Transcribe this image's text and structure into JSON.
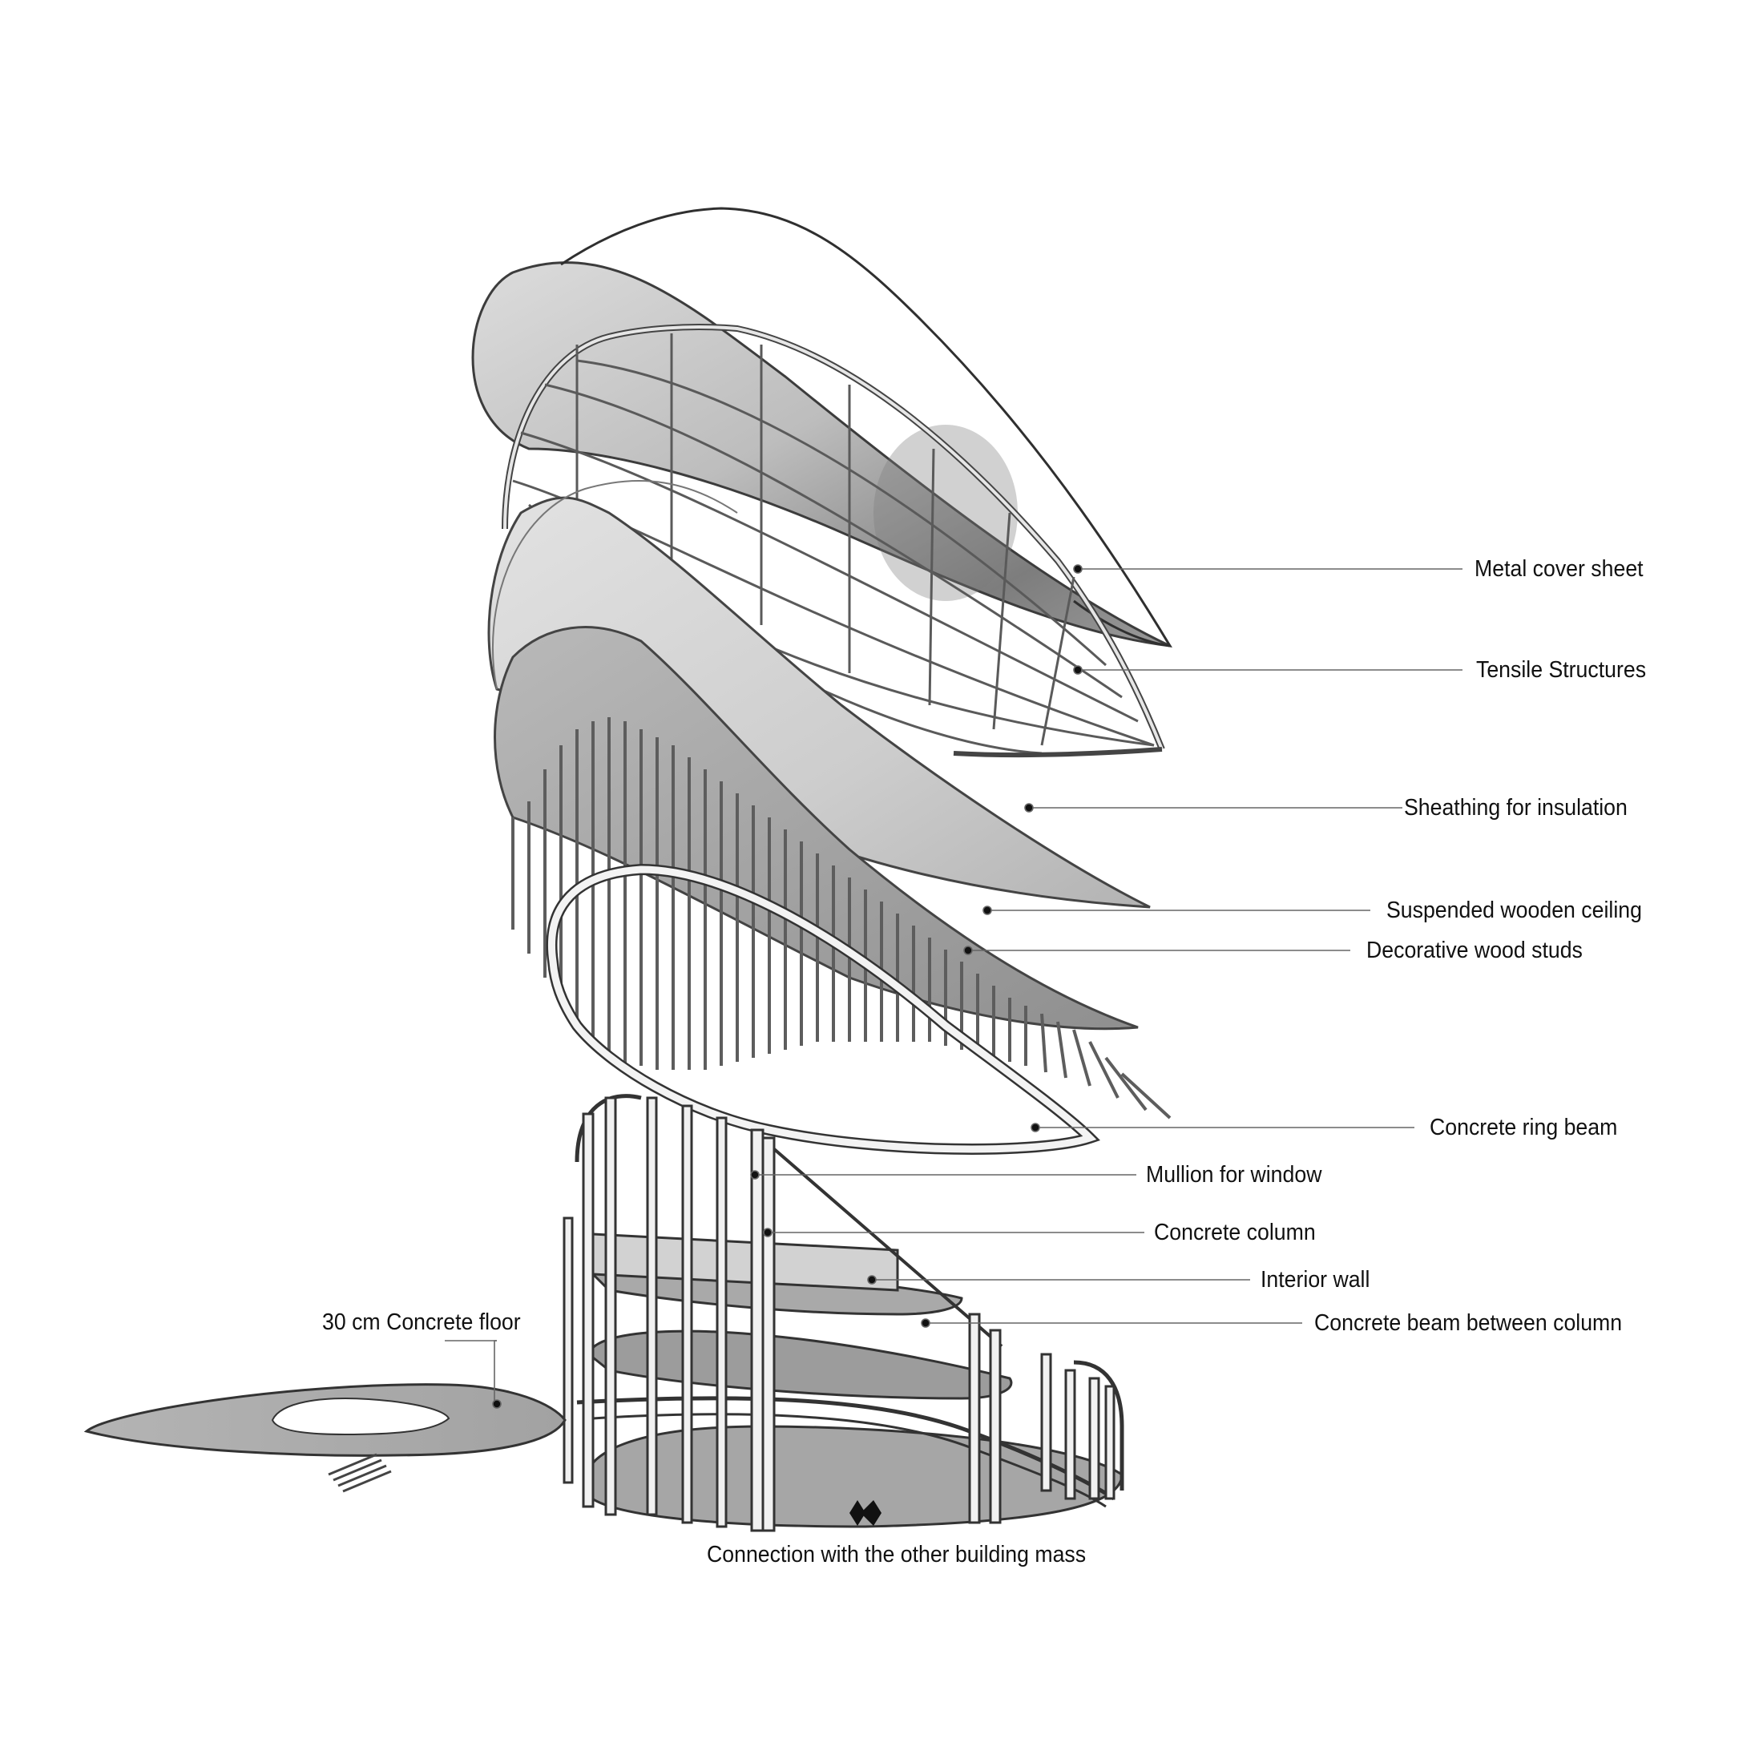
{
  "diagram": {
    "labels": {
      "metal_cover_sheet": "Metal cover sheet",
      "tensile_structures": "Tensile Structures",
      "sheathing_for_insulation": "Sheathing for insulation",
      "suspended_wooden_ceiling": "Suspended wooden ceiling",
      "decorative_wood_studs": "Decorative wood studs",
      "concrete_ring_beam": "Concrete ring beam",
      "mullion_for_window": "Mullion for window",
      "concrete_column": "Concrete column",
      "interior_wall": "Interior wall",
      "concrete_beam_between_column": "Concrete beam between column",
      "concrete_floor": "30 cm Concrete floor",
      "connection": "Connection with the other building mass"
    },
    "colors": {
      "shell_dark": "#8c8c8c",
      "shell_light": "#cfcfcf",
      "sheathing": "#c8c8c8",
      "ceiling": "#a3a3a3",
      "floor": "#b0b0b0",
      "leader": "#666666",
      "outline": "#3c3c3c"
    }
  }
}
